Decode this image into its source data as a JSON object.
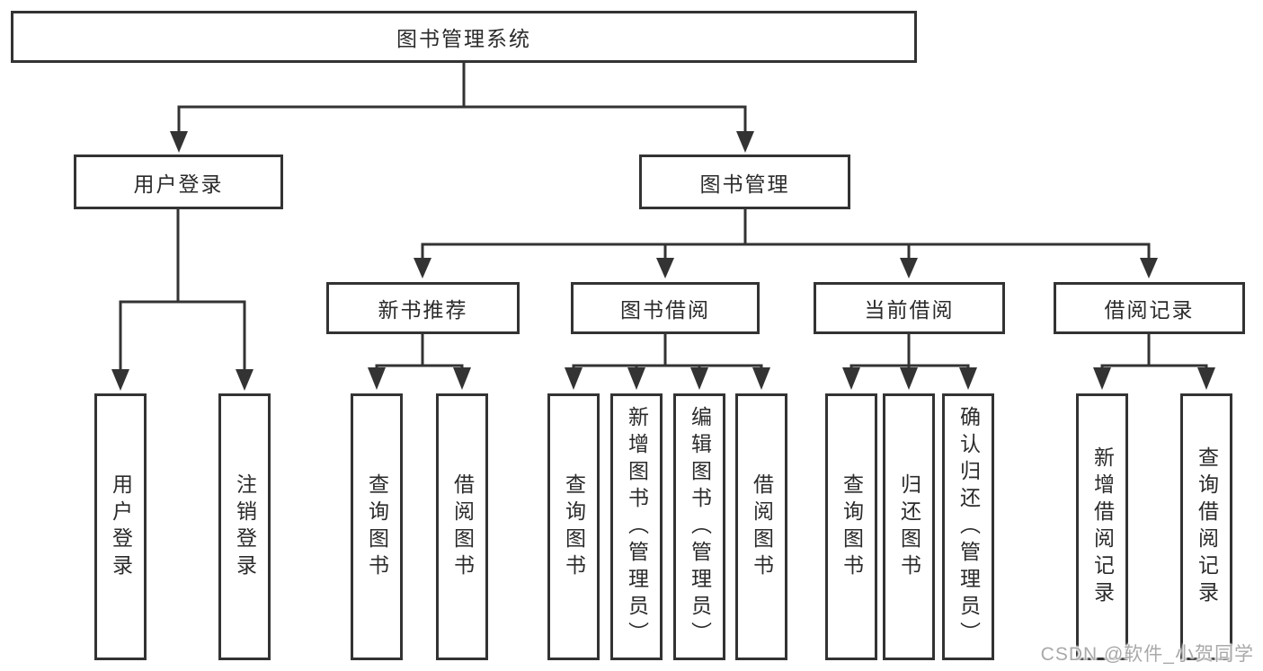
{
  "colors": {
    "line": "#333333",
    "box_border": "#333333",
    "text": "#2b2b2b",
    "watermark": "#a9a9a9",
    "background": "#ffffff"
  },
  "nodes": {
    "root": {
      "label": "图书管理系统"
    },
    "user_login": {
      "label": "用户登录"
    },
    "book_management": {
      "label": "图书管理"
    },
    "new_book_recommend": {
      "label": "新书推荐"
    },
    "book_borrow": {
      "label": "图书借阅"
    },
    "current_borrow": {
      "label": "当前借阅"
    },
    "borrow_records": {
      "label": "借阅记录"
    }
  },
  "leaves": [
    {
      "id": "user-login",
      "label": "用户登录"
    },
    {
      "id": "logout",
      "label": "注销登录"
    },
    {
      "id": "query-book-recommend",
      "label": "查询图书"
    },
    {
      "id": "borrow-book-recommend",
      "label": "借阅图书"
    },
    {
      "id": "query-book-borrow",
      "label": "查询图书"
    },
    {
      "id": "add-book-admin",
      "label": "新增图书（管理员）"
    },
    {
      "id": "edit-book-admin",
      "label": "编辑图书（管理员）"
    },
    {
      "id": "borrow-book",
      "label": "借阅图书"
    },
    {
      "id": "query-book-current",
      "label": "查询图书"
    },
    {
      "id": "return-book",
      "label": "归还图书"
    },
    {
      "id": "confirm-return-admin",
      "label": "确认归还（管理员）"
    },
    {
      "id": "add-borrow-record",
      "label": "新增借阅记录"
    },
    {
      "id": "query-borrow-record",
      "label": "查询借阅记录"
    }
  ],
  "watermark": "CSDN @软件_小贺同学"
}
